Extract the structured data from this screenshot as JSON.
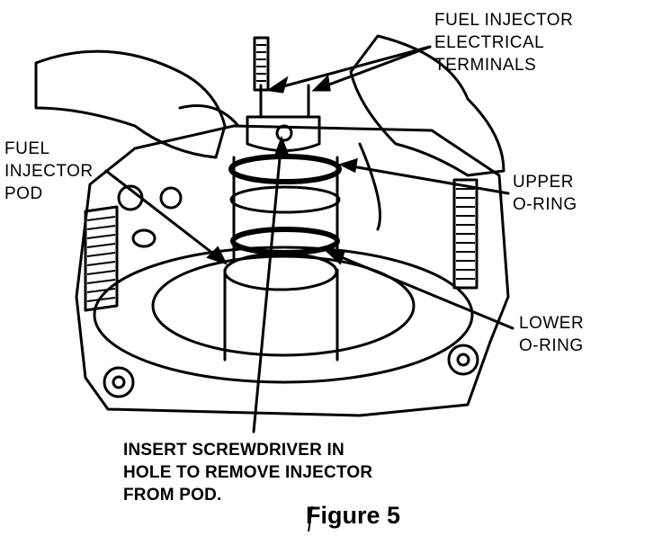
{
  "labels": {
    "terminals": [
      "FUEL INJECTOR",
      "ELECTRICAL",
      "TERMINALS"
    ],
    "pod": [
      "FUEL",
      "INJECTOR",
      "POD"
    ],
    "upper_oring": [
      "UPPER",
      "O-RING"
    ],
    "lower_oring": [
      "LOWER",
      "O-RING"
    ],
    "instruction": [
      "INSERT SCREWDRIVER IN",
      "HOLE TO REMOVE INJECTOR",
      "FROM POD."
    ]
  },
  "figure_label": "Figure 5",
  "colors": {
    "ink": "#000000",
    "paper": "#ffffff"
  }
}
